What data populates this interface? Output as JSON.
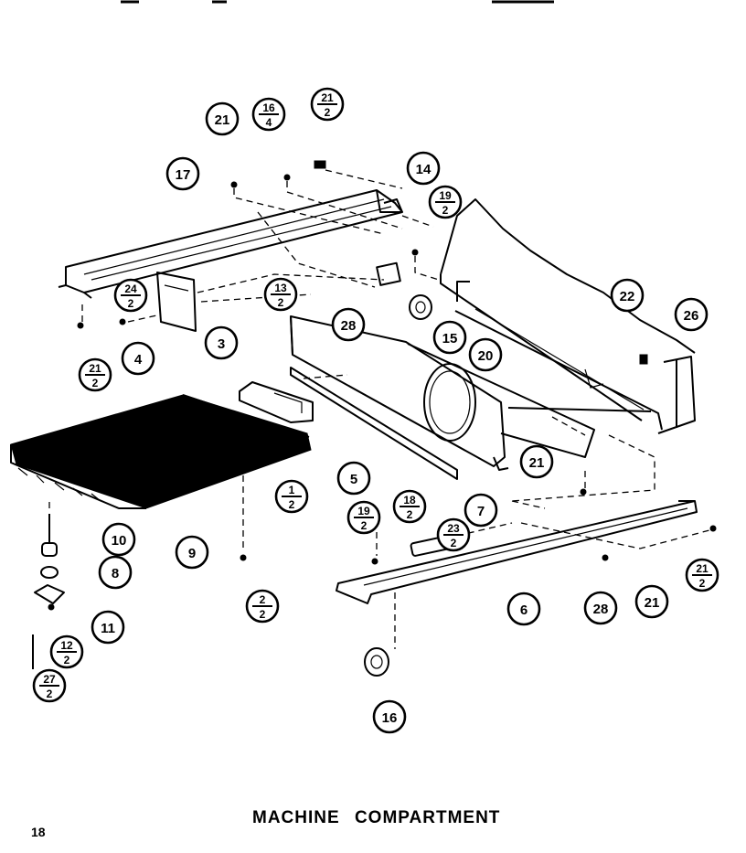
{
  "title": "MACHINE  COMPARTMENT",
  "page_number": "18",
  "callouts": [
    {
      "id": "c-21-a",
      "num": "21",
      "qty": ""
    },
    {
      "id": "c-16-4",
      "num": "16",
      "qty": "4"
    },
    {
      "id": "c-21-2-top",
      "num": "21",
      "qty": "2"
    },
    {
      "id": "c-17",
      "num": "17",
      "qty": ""
    },
    {
      "id": "c-14",
      "num": "14",
      "qty": ""
    },
    {
      "id": "c-19-2-top",
      "num": "19",
      "qty": "2"
    },
    {
      "id": "c-24-2",
      "num": "24",
      "qty": "2"
    },
    {
      "id": "c-13-2",
      "num": "13",
      "qty": "2"
    },
    {
      "id": "c-22",
      "num": "22",
      "qty": ""
    },
    {
      "id": "c-26-top",
      "num": "26",
      "qty": ""
    },
    {
      "id": "c-28-mid",
      "num": "28",
      "qty": ""
    },
    {
      "id": "c-15",
      "num": "15",
      "qty": ""
    },
    {
      "id": "c-21-2-left",
      "num": "21",
      "qty": "2"
    },
    {
      "id": "c-4",
      "num": "4",
      "qty": ""
    },
    {
      "id": "c-3",
      "num": "3",
      "qty": ""
    },
    {
      "id": "c-20",
      "num": "20",
      "qty": ""
    },
    {
      "id": "c-21-right",
      "num": "21",
      "qty": ""
    },
    {
      "id": "c-5",
      "num": "5",
      "qty": ""
    },
    {
      "id": "c-7",
      "num": "7",
      "qty": ""
    },
    {
      "id": "c-1-2",
      "num": "1",
      "qty": "2"
    },
    {
      "id": "c-19-2-bot",
      "num": "19",
      "qty": "2"
    },
    {
      "id": "c-18-2",
      "num": "18",
      "qty": "2"
    },
    {
      "id": "c-23-2",
      "num": "23",
      "qty": "2"
    },
    {
      "id": "c-10",
      "num": "10",
      "qty": ""
    },
    {
      "id": "c-9",
      "num": "9",
      "qty": ""
    },
    {
      "id": "c-8",
      "num": "8",
      "qty": ""
    },
    {
      "id": "c-2-2",
      "num": "2",
      "qty": "2"
    },
    {
      "id": "c-11",
      "num": "11",
      "qty": ""
    },
    {
      "id": "c-12-2",
      "num": "12",
      "qty": "2"
    },
    {
      "id": "c-27-2",
      "num": "27",
      "qty": "2"
    },
    {
      "id": "c-6",
      "num": "6",
      "qty": ""
    },
    {
      "id": "c-28-bot",
      "num": "28",
      "qty": ""
    },
    {
      "id": "c-21-bot",
      "num": "21",
      "qty": ""
    },
    {
      "id": "c-21-2-right",
      "num": "21",
      "qty": "2"
    },
    {
      "id": "c-16-bot",
      "num": "16",
      "qty": ""
    }
  ]
}
